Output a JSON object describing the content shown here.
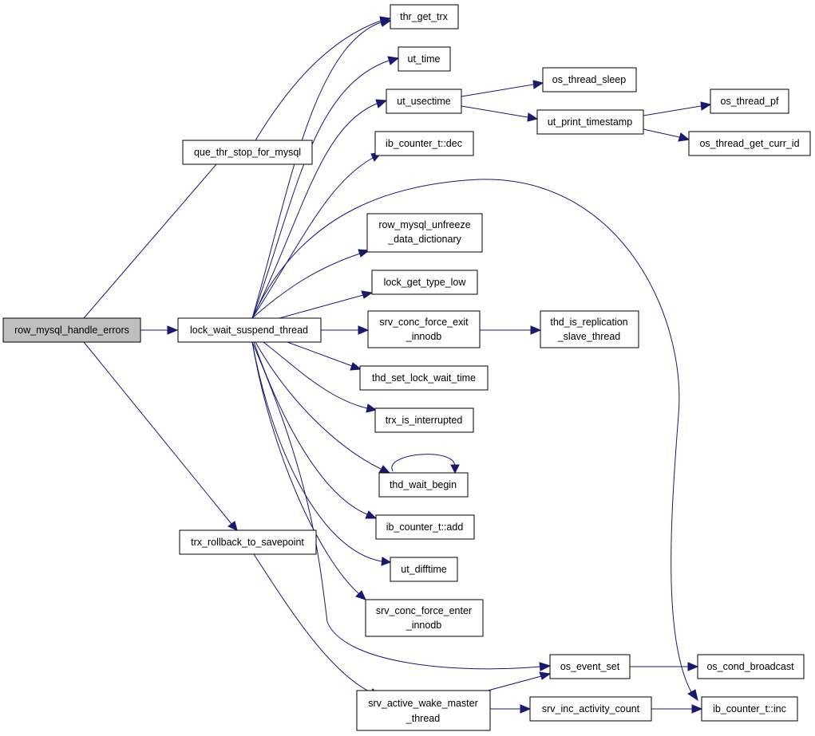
{
  "graph": {
    "nodes": {
      "row_mysql_handle_errors": "row_mysql_handle_errors",
      "que_thr_stop_for_mysql": "que_thr_stop_for_mysql",
      "lock_wait_suspend_thread": "lock_wait_suspend_thread",
      "trx_rollback_to_savepoint": "trx_rollback_to_savepoint",
      "thr_get_trx": "thr_get_trx",
      "ut_time": "ut_time",
      "ut_usectime": "ut_usectime",
      "ib_counter_dec": "ib_counter_t::dec",
      "row_mysql_unfreeze_l1": "row_mysql_unfreeze",
      "row_mysql_unfreeze_l2": "_data_dictionary",
      "lock_get_type_low": "lock_get_type_low",
      "srv_conc_force_exit_l1": "srv_conc_force_exit",
      "srv_conc_force_exit_l2": "_innodb",
      "thd_set_lock_wait_time": "thd_set_lock_wait_time",
      "trx_is_interrupted": "trx_is_interrupted",
      "thd_wait_begin": "thd_wait_begin",
      "ib_counter_add": "ib_counter_t::add",
      "ut_difftime": "ut_difftime",
      "srv_conc_force_enter_l1": "srv_conc_force_enter",
      "srv_conc_force_enter_l2": "_innodb",
      "os_event_set": "os_event_set",
      "srv_active_wake_master_l1": "srv_active_wake_master",
      "srv_active_wake_master_l2": "_thread",
      "srv_inc_activity_count": "srv_inc_activity_count",
      "os_thread_sleep": "os_thread_sleep",
      "ut_print_timestamp": "ut_print_timestamp",
      "thd_is_replication_l1": "thd_is_replication",
      "thd_is_replication_l2": "_slave_thread",
      "os_cond_broadcast": "os_cond_broadcast",
      "ib_counter_inc": "ib_counter_t::inc",
      "os_thread_pf": "os_thread_pf",
      "os_thread_get_curr_id": "os_thread_get_curr_id"
    },
    "colors": {
      "edge": "#191970",
      "root_fill": "#bfbfbf",
      "node_fill": "#ffffff",
      "node_stroke": "#000000"
    }
  }
}
